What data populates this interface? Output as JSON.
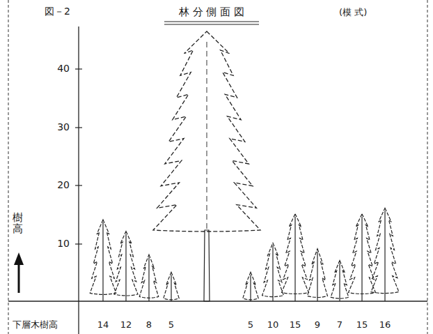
{
  "diagram": {
    "title": "林 分 側 面 図",
    "labels": [
      "図－2",
      "(模 式)",
      "40",
      "30",
      "20",
      "10",
      "樹高",
      "下層木樹高",
      "14",
      "12",
      "8",
      "5",
      "5",
      "10",
      "15",
      "9",
      "7",
      "15",
      "16"
    ]
  }
}
